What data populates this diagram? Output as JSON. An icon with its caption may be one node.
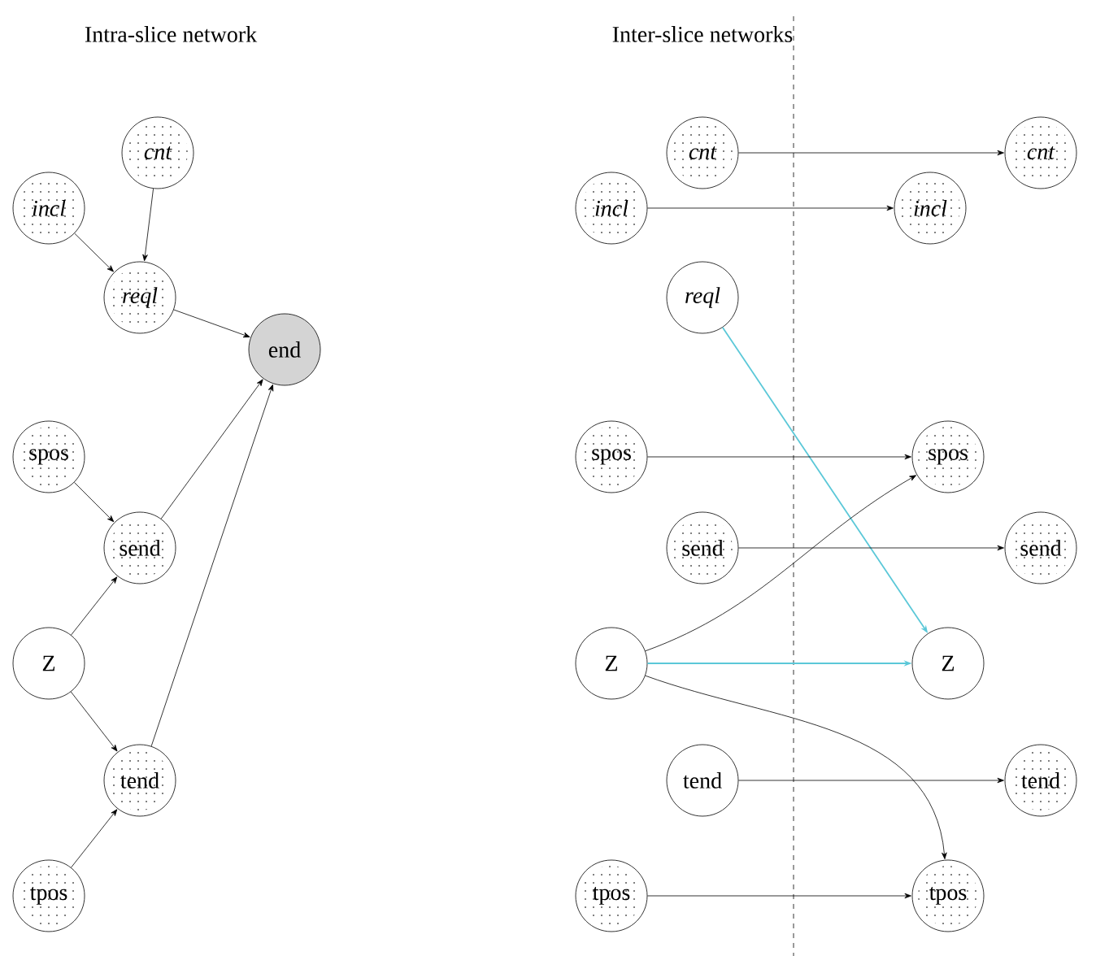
{
  "diagram": {
    "nodes": [
      {
        "text": [
          "cnt"
        ]
      },
      {
        "text": [
          "incl"
        ]
      },
      {
        "text": [
          "reql"
        ]
      },
      {
        "text": [
          "end"
        ]
      },
      {
        "text": [
          "spos"
        ]
      },
      {
        "text": [
          "send"
        ]
      },
      {
        "text": [
          "Z"
        ]
      },
      {
        "text": [
          "tend"
        ]
      },
      {
        "text": [
          "tpos"
        ]
      },
      {
        "text": [
          "cnt"
        ]
      },
      {
        "text": [
          "cnt"
        ]
      },
      {
        "text": [
          "incl"
        ]
      },
      {
        "text": [
          "incl"
        ]
      },
      {
        "text": [
          "reql"
        ]
      },
      {
        "text": [
          "spos"
        ]
      },
      {
        "text": [
          "spos"
        ]
      },
      {
        "text": [
          "send"
        ]
      },
      {
        "text": [
          "send"
        ]
      },
      {
        "text": [
          "Z"
        ]
      },
      {
        "text": [
          "Z"
        ]
      },
      {
        "text": [
          "tend"
        ]
      },
      {
        "text": [
          "tend"
        ]
      },
      {
        "text": [
          "tpos"
        ]
      },
      {
        "text": [
          "tpos"
        ]
      }
    ],
    "edges": [
      {
        "from": 0,
        "to": 2,
        "arrow": "to"
      },
      {
        "from": 1,
        "to": 2,
        "arrow": "to"
      },
      {
        "from": 2,
        "to": 3,
        "arrow": "to"
      },
      {
        "from": 4,
        "to": 5,
        "arrow": "to"
      },
      {
        "from": 5,
        "to": 3,
        "arrow": "to"
      },
      {
        "from": 6,
        "to": 5,
        "arrow": "to"
      },
      {
        "from": 6,
        "to": 7,
        "arrow": "to"
      },
      {
        "from": 7,
        "to": 3,
        "arrow": "to"
      },
      {
        "from": 8,
        "to": 7,
        "arrow": "to"
      },
      {
        "from": 9,
        "to": 10,
        "arrow": "to"
      },
      {
        "from": 11,
        "to": 12,
        "arrow": "to"
      },
      {
        "from": 13,
        "to": 19,
        "arrow": "to",
        "color": "#5bc8d8"
      },
      {
        "from": 14,
        "to": 15,
        "arrow": "to"
      },
      {
        "from": 16,
        "to": 17,
        "arrow": "to"
      },
      {
        "from": 18,
        "to": 15,
        "arrow": "to"
      },
      {
        "from": 18,
        "to": 19,
        "arrow": "to",
        "color": "#5bc8d8"
      },
      {
        "from": 18,
        "to": 23,
        "arrow": "to"
      },
      {
        "from": 20,
        "to": 21,
        "arrow": "to"
      },
      {
        "from": 22,
        "to": 23,
        "arrow": "to"
      }
    ],
    "labels": [
      "Intra-slice network",
      "Inter-slice networks"
    ]
  }
}
